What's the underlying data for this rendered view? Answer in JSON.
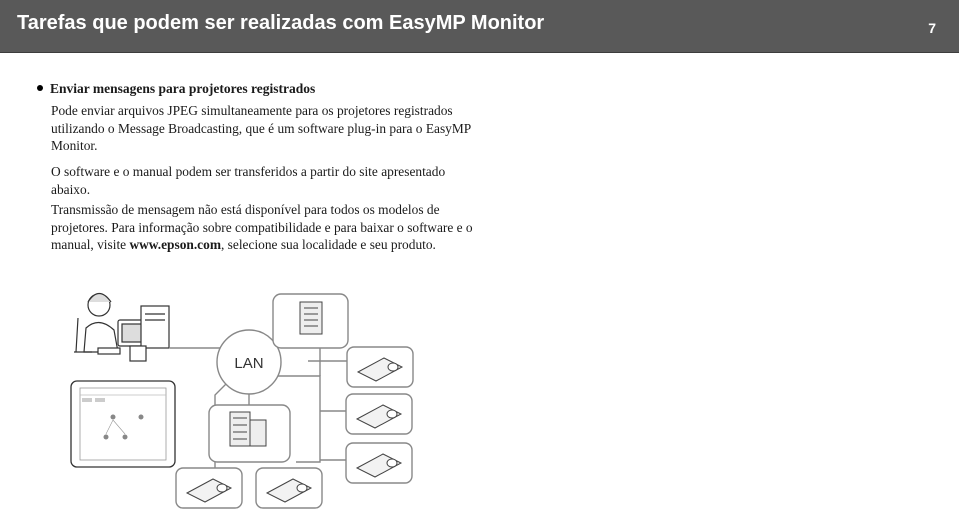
{
  "header": {
    "title": "Tarefas que podem ser realizadas com EasyMP Monitor",
    "page_number": "7"
  },
  "section": {
    "bullet_title": "Enviar mensagens para projetores registrados",
    "paragraph1": "Pode enviar arquivos JPEG simultaneamente para os projetores registrados utilizando o Message Broadcasting, que é um software plug-in para o EasyMP Monitor.",
    "paragraph2": "O software e o manual podem ser transferidos a partir do site apresentado abaixo.",
    "paragraph3_pre": "Transmissão de mensagem não está disponível para todos os modelos de projetores. Para informação sobre compatibilidade e para baixar o software e o manual, visite ",
    "paragraph3_link": "www.epson.com",
    "paragraph3_post": ", selecione sua localidade e seu produto."
  },
  "diagram": {
    "network_label": "LAN"
  }
}
